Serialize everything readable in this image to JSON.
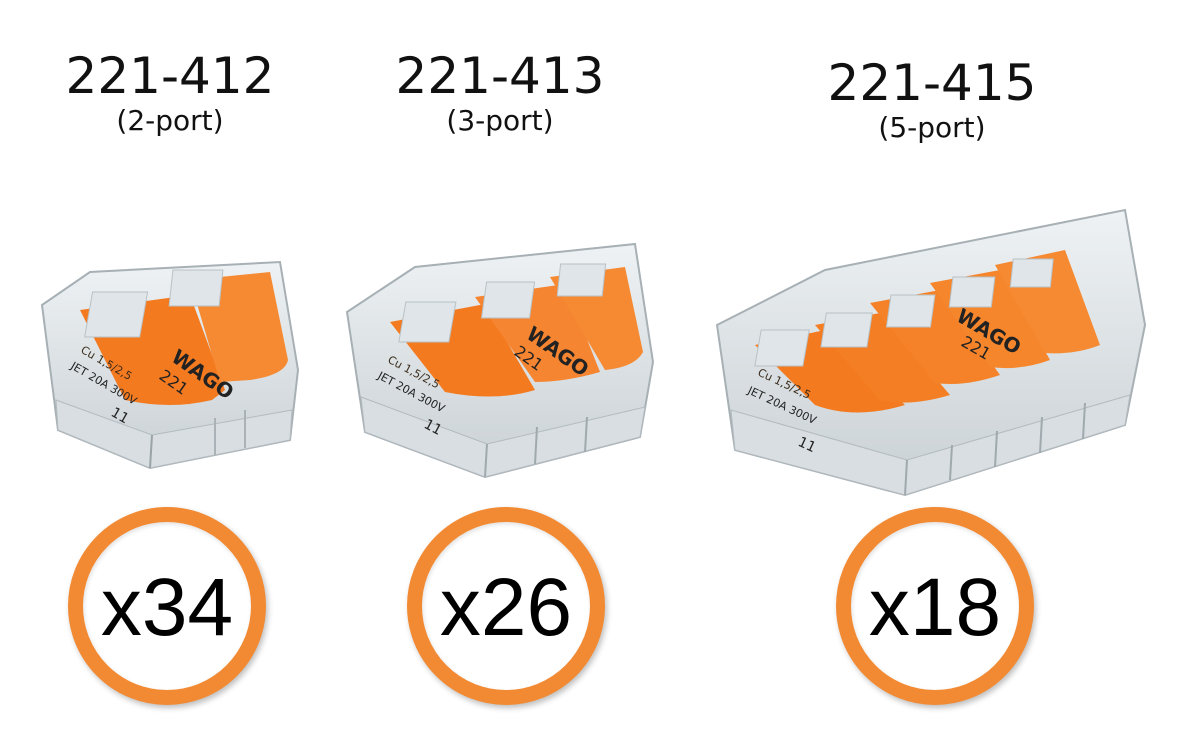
{
  "products": [
    {
      "model": "221-412",
      "ports_label": "(2-port)",
      "ports": 2,
      "quantity_label": "x34",
      "quantity": 34
    },
    {
      "model": "221-413",
      "ports_label": "(3-port)",
      "ports": 3,
      "quantity_label": "x26",
      "quantity": 26
    },
    {
      "model": "221-415",
      "ports_label": "(5-port)",
      "ports": 5,
      "quantity_label": "x18",
      "quantity": 18
    }
  ],
  "connector_markings": {
    "brand": "WAGO",
    "series": "221",
    "spec_line1": "Cu 1,5/2,5",
    "spec_line2": "JET 20A 300V",
    "strip_length": "11"
  },
  "colors": {
    "lever_orange": "#f47a20",
    "ring_orange": "#f28a33",
    "text": "#111111",
    "background": "#ffffff"
  }
}
